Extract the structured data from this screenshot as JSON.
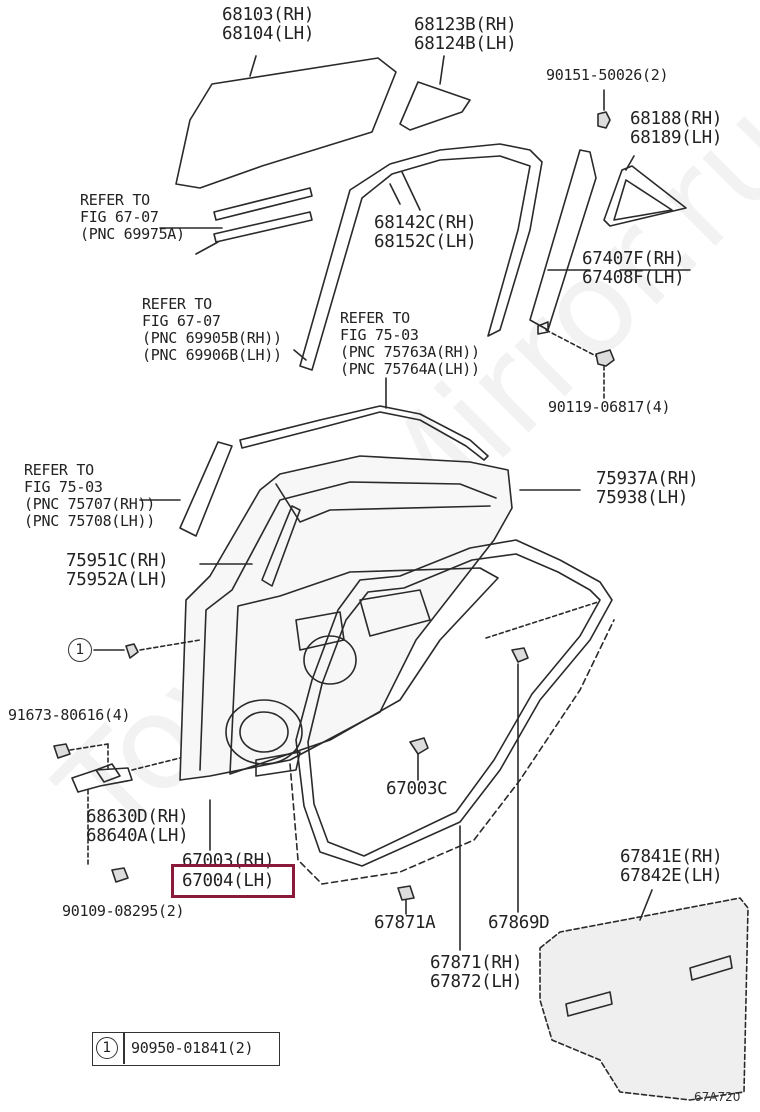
{
  "watermark": "ToyotaMirror.ru",
  "labels": {
    "p68103": [
      "68103(RH)",
      "68104(LH)"
    ],
    "p68123": [
      "68123B(RH)",
      "68124B(LH)"
    ],
    "p90151": [
      "90151-50026(2)"
    ],
    "p68188": [
      "68188(RH)",
      "68189(LH)"
    ],
    "ref6707a": [
      "REFER TO",
      "FIG 67-07",
      "(PNC 69975A)"
    ],
    "p68142": [
      "68142C(RH)",
      "68152C(LH)"
    ],
    "p67407": [
      "67407F(RH)",
      "67408F(LH)"
    ],
    "ref6707b": [
      "REFER TO",
      "FIG 67-07",
      "(PNC 69905B(RH))",
      "(PNC 69906B(LH))"
    ],
    "ref7503a": [
      "REFER TO",
      "FIG 75-03",
      "(PNC 75763A(RH))",
      "(PNC 75764A(LH))"
    ],
    "p90119": [
      "90119-06817(4)"
    ],
    "ref7503b": [
      "REFER TO",
      "FIG 75-03",
      "(PNC 75707(RH))",
      "(PNC 75708(LH))"
    ],
    "p75937": [
      "75937A(RH)",
      "75938(LH)"
    ],
    "p75951": [
      "75951C(RH)",
      "75952A(LH)"
    ],
    "p91673": [
      "91673-80616(4)"
    ],
    "p67003c": [
      "67003C"
    ],
    "p68630": [
      "68630D(RH)",
      "68640A(LH)"
    ],
    "p67003": [
      "67003(RH)"
    ],
    "p67004": [
      "67004(LH)"
    ],
    "p67841": [
      "67841E(RH)",
      "67842E(LH)"
    ],
    "p90109": [
      "90109-08295(2)"
    ],
    "p67871a": [
      "67871A"
    ],
    "p67869d": [
      "67869D"
    ],
    "p67871": [
      "67871(RH)",
      "67872(LH)"
    ]
  },
  "legend": {
    "symbol": "1",
    "part": "90950-01841(2)"
  },
  "callout_symbol": "1",
  "diagram_id": "67A720",
  "colors": {
    "line": "#2a2a2a",
    "highlight": "#8b1a3a",
    "panel_fill": "#efefef"
  }
}
